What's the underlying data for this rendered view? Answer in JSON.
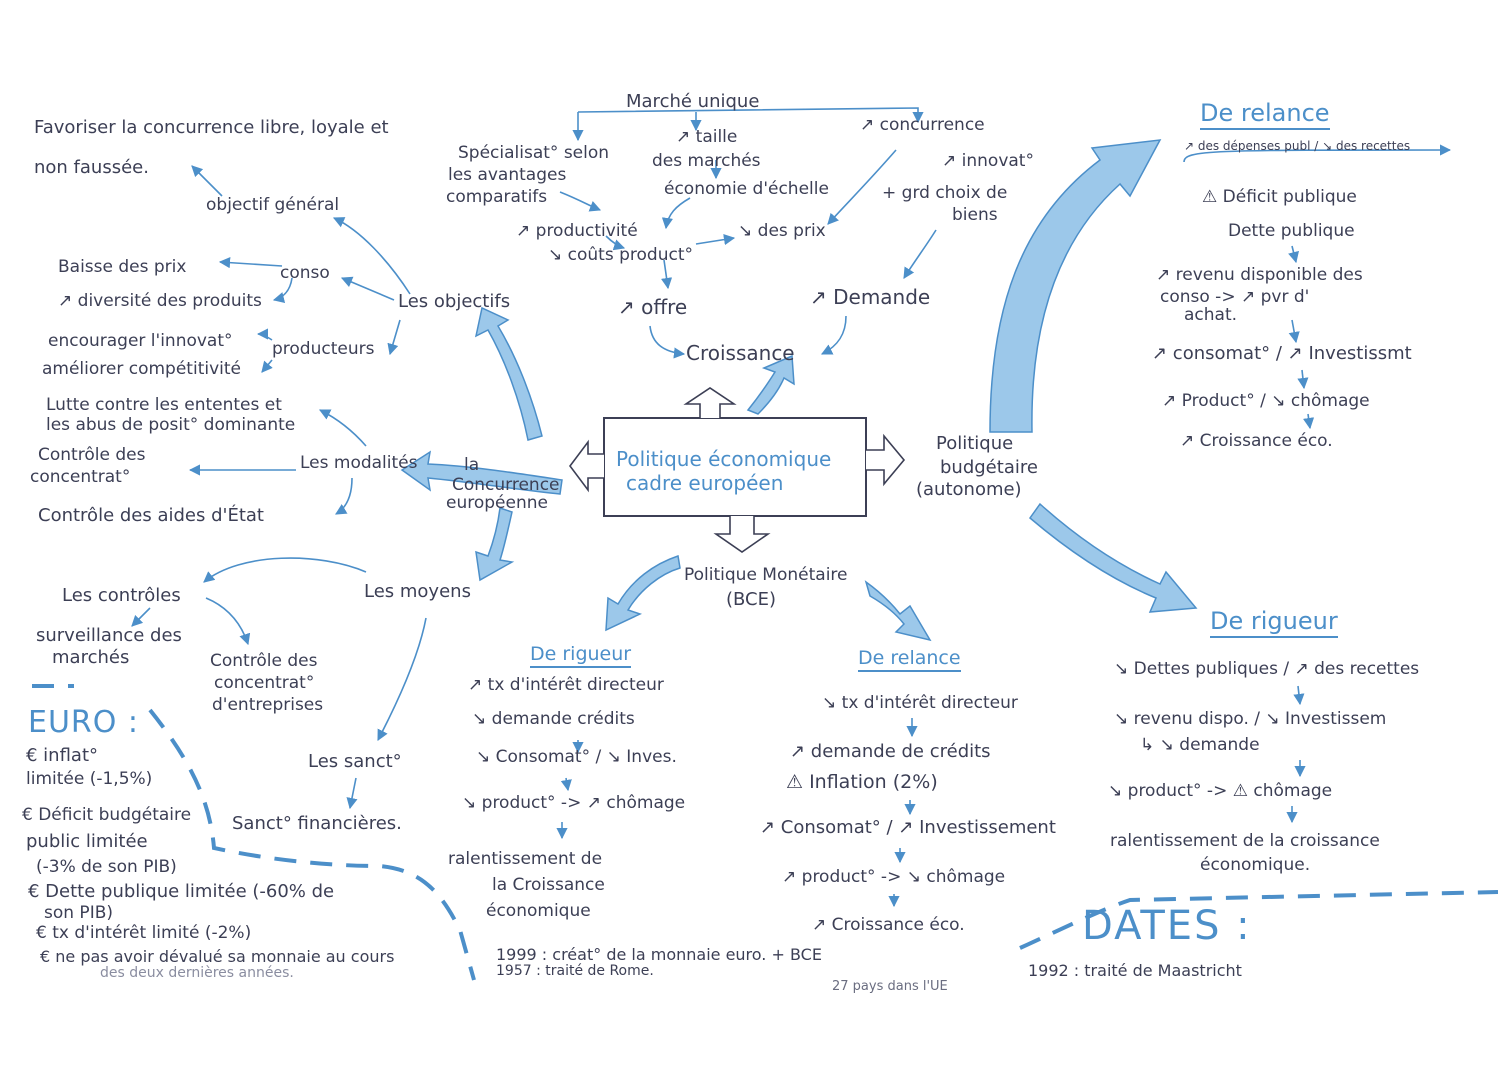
{
  "colors": {
    "ink": "#3c3f55",
    "accent": "#4c8fc9",
    "arrow_fill": "#9cc8ea"
  },
  "center": {
    "line1": "Politique économique",
    "line2": "cadre européen"
  },
  "marche": {
    "title": "Marché unique",
    "specialisation": [
      "Spécialisat° selon",
      "les avantages",
      "comparatifs"
    ],
    "taille": [
      "↗ taille",
      "des marchés"
    ],
    "echelle": "économie d'échelle",
    "concurrence": "↗ concurrence",
    "innovat": "↗ innovat°",
    "choix": [
      "+ grd choix de",
      "biens"
    ],
    "productivite": "↗ productivité",
    "couts": "↘ coûts product°",
    "prix": "↘ des prix",
    "offre": "↗ offre",
    "demande": "↗ Demande",
    "croissance": "Croissance"
  },
  "concurrence_eu": {
    "title": [
      "la",
      "Concurrence",
      "européenne"
    ],
    "objectifs": "Les objectifs",
    "objectif_general": "objectif général",
    "favoriser": [
      "Favoriser la concurrence libre, loyale et",
      "non faussée."
    ],
    "conso": "conso",
    "baisse_prix": "Baisse des prix",
    "diversite": "↗ diversité des produits",
    "producteurs": "producteurs",
    "innovat": "encourager l'innovat°",
    "competitivite": "améliorer compétitivité",
    "modalites": "Les modalités",
    "ententes": [
      "Lutte contre les ententes et",
      "les abus de posit° dominante"
    ],
    "controle_concentrat": [
      "Contrôle des",
      "concentrat°"
    ],
    "aides_etat": "Contrôle des aides d'État",
    "moyens": "Les moyens",
    "controles": "Les contrôles",
    "surveillance": [
      "surveillance des",
      "marchés"
    ],
    "controle_entreprises": [
      "Contrôle des",
      "concentrat°",
      "d'entreprises"
    ],
    "sanctions": "Les sanct°",
    "sanctions_fin": "Sanct° financières."
  },
  "euro": {
    "title": "EURO :",
    "items": [
      "€ inflat°",
      "limitée (-1,5%)",
      "€ Déficit budgétaire",
      "public limitée",
      "(-3% de son PIB)",
      "€ Dette publique limitée (-60% de",
      "son PIB)",
      "€ tx d'intérêt limité (-2%)",
      "€ ne pas avoir dévalué sa monnaie au cours",
      "des deux dernières années."
    ]
  },
  "monetaire": {
    "title": [
      "Politique Monétaire",
      "(BCE)"
    ],
    "rigueur": {
      "title": "De rigueur",
      "lines": [
        "↗ tx d'intérêt directeur",
        "↘ demande crédits",
        "↘ Consomat° / ↘ Inves.",
        "↘ product° -> ↗ chômage",
        "ralentissement de",
        "la Croissance",
        "économique"
      ]
    },
    "relance": {
      "title": "De relance",
      "lines": [
        "↘ tx d'intérêt directeur",
        "↗ demande de crédits",
        "⚠ Inflation (2%)",
        "↗ Consomat° / ↗ Investissement",
        "↗ product° -> ↘ chômage",
        "↗ Croissance éco."
      ]
    }
  },
  "budgetaire": {
    "title": [
      "Politique",
      "budgétaire",
      "(autonome)"
    ],
    "relance": {
      "title": "De relance",
      "note": "↗ des dépenses publ / ↘ des recettes",
      "lines": [
        "⚠ Déficit publique",
        "Dette publique",
        "↗ revenu disponible des",
        "conso -> ↗ pvr d'",
        "achat.",
        "↗ consomat° / ↗ Investissmt",
        "↗ Product° / ↘ chômage",
        "↗ Croissance éco."
      ]
    },
    "rigueur": {
      "title": "De rigueur",
      "lines": [
        "↘ Dettes publiques / ↗ des recettes",
        "↘ revenu dispo. / ↘ Investissem",
        "↳ ↘ demande",
        "↘ product° -> ⚠ chômage",
        "ralentissement de la croissance",
        "économique."
      ]
    }
  },
  "dates": {
    "title": "DATES :",
    "items": [
      "1999 : créat° de la monnaie euro. + BCE",
      "1957 : traité de Rome.",
      "1992 : traité de Maastricht",
      "27 pays dans l'UE"
    ]
  }
}
